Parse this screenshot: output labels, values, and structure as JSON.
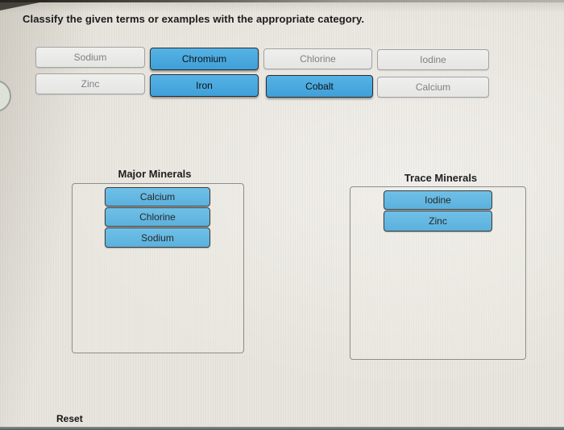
{
  "title": "Classify the given terms or examples with the appropriate category.",
  "reset_label": "Reset",
  "bank": {
    "chips": [
      {
        "label": "Sodium",
        "state": "placed"
      },
      {
        "label": "Chromium",
        "state": "available"
      },
      {
        "label": "Chlorine",
        "state": "placed"
      },
      {
        "label": "Iodine",
        "state": "placed"
      },
      {
        "label": "Zinc",
        "state": "placed"
      },
      {
        "label": "Iron",
        "state": "available"
      },
      {
        "label": "Cobalt",
        "state": "available"
      },
      {
        "label": "Calcium",
        "state": "placed"
      }
    ]
  },
  "categories": [
    {
      "name": "Major Minerals",
      "items": [
        {
          "label": "Calcium"
        },
        {
          "label": "Chlorine"
        },
        {
          "label": "Sodium"
        }
      ]
    },
    {
      "name": "Trace Minerals",
      "items": [
        {
          "label": "Iodine"
        },
        {
          "label": "Zinc"
        }
      ]
    }
  ],
  "colors": {
    "chip_available_blue": "#42a6df",
    "chip_dropped_blue": "#63b8e2",
    "chip_placed_gray": "#e9e9e9",
    "background": "#e8e5de"
  }
}
